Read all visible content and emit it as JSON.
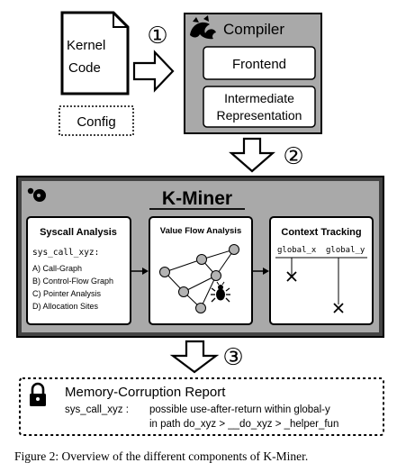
{
  "kernel_code": {
    "line1": "Kernel",
    "line2": "Code"
  },
  "config": "Config",
  "compiler": {
    "title": "Compiler",
    "frontend": "Frontend",
    "ir_line1": "Intermediate",
    "ir_line2": "Representation"
  },
  "steps": {
    "one": "①",
    "two": "②",
    "three": "③"
  },
  "kminer": {
    "title": "K-Miner",
    "syscall": {
      "title": "Syscall Analysis",
      "call": "sys_call_xyz:",
      "items": [
        "A) Call-Graph",
        "B) Control-Flow Graph",
        "C) Pointer Analysis",
        "D) Allocation Sites"
      ]
    },
    "valueflow": {
      "title": "Value Flow Analysis"
    },
    "context": {
      "title": "Context Tracking",
      "col1": "global_x",
      "col2": "global_y"
    }
  },
  "report": {
    "title": "Memory-Corruption Report",
    "label": "sys_call_xyz :",
    "line1": "possible use-after-return within global-y",
    "line2": "in path do_xyz > __do_xyz > _helper_fun"
  },
  "caption": "Figure 2: Overview of the different components of K-Miner.",
  "colors": {
    "gray_panel": "#a9a9a9",
    "dark_frame": "#444444",
    "node": "#b3b3b3"
  }
}
